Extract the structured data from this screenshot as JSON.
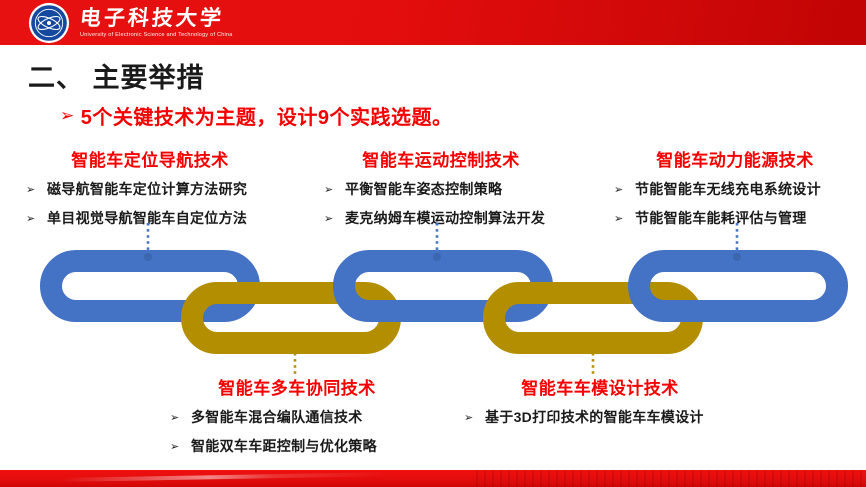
{
  "header": {
    "university_name_cn": "电子科技大学",
    "university_name_en": "University of Electronic Science and Technology of China"
  },
  "slide": {
    "title": "二、 主要举措",
    "subtitle": "5个关键技术为主题，设计9个实践选题。"
  },
  "glyphs": {
    "subtitle_marker": "➢",
    "bullet_marker": "➢"
  },
  "top_sections": [
    {
      "title": "智能车定位导航技术",
      "items": [
        "磁导航智能车定位计算方法研究",
        "单目视觉导航智能车自定位方法"
      ]
    },
    {
      "title": "智能车运动控制技术",
      "items": [
        "平衡智能车姿态控制策略",
        "麦克纳姆车模运动控制算法开发"
      ]
    },
    {
      "title": "智能车动力能源技术",
      "items": [
        "节能智能车无线充电系统设计",
        "节能智能车能耗评估与管理"
      ]
    }
  ],
  "bottom_sections": [
    {
      "title": "智能车多车协同技术",
      "items": [
        "多智能车混合编队通信技术",
        "智能双车车距控制与优化策略"
      ]
    },
    {
      "title": "智能车车模设计技术",
      "items": [
        "基于3D打印技术的智能车车模设计"
      ]
    }
  ],
  "colors": {
    "header-red": "#e30d0d",
    "accent-red": "#f50000",
    "chain-blue": "#4472c4",
    "chain-gold": "#b38f00",
    "text-dark": "#1a1a1a"
  }
}
